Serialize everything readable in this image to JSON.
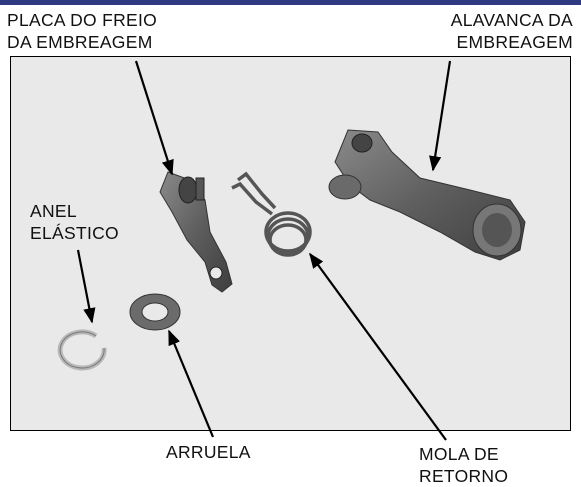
{
  "labels": {
    "brake_plate": [
      "PLACA DO FREIO",
      "DA EMBREAGEM"
    ],
    "clutch_lever": [
      "ALAVANCA DA",
      "EMBREAGEM"
    ],
    "snap_ring": [
      "ANEL",
      "ELÁSTICO"
    ],
    "washer": "ARRUELA",
    "return_spring": [
      "MOLA DE",
      "RETORNO"
    ]
  },
  "colors": {
    "header_bar": "#2f3a82",
    "photo_background": "#e9e9e9",
    "part_metal": "#5a5a5a",
    "leader_lines": "#000000"
  }
}
